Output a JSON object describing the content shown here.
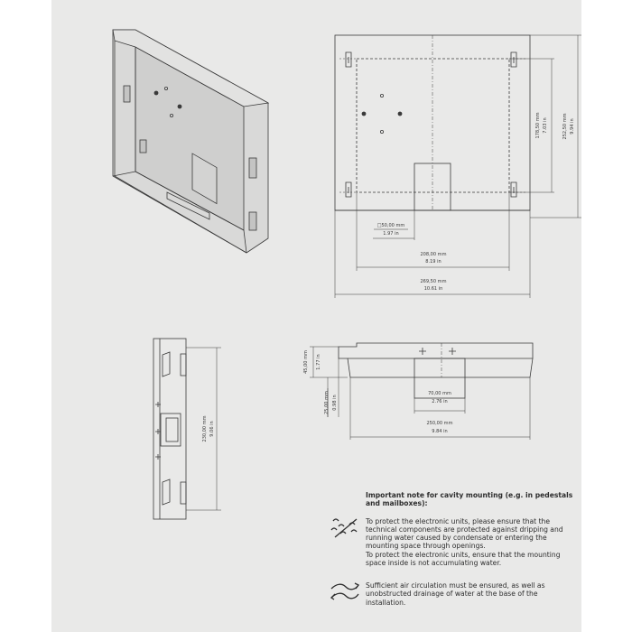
{
  "dimensions": {
    "square_side": "□50,00 mm",
    "square_side_in": "1.97 in",
    "hole_spacing": "208,00 mm",
    "hole_spacing_in": "8.19 in",
    "outer_width": "269,50 mm",
    "outer_width_in": "10.61 in",
    "inner_height": "178,50 mm",
    "inner_height_in": "7.03 in",
    "outer_height": "252,50 mm",
    "outer_height_in": "9.94 in",
    "side_height": "230,00 mm",
    "side_height_in": "9.06 in",
    "depth_total": "45,00 mm",
    "depth_total_in": "1.77 in",
    "depth_step": "25,00 mm",
    "depth_step_in": "0.98 in",
    "bottom_opening": "70,00 mm",
    "bottom_opening_in": "2.76 in",
    "bottom_width": "250,00 mm",
    "bottom_width_in": "9.84 in"
  },
  "notes": {
    "heading": "Important note for cavity mounting (e.g. in pedestals and mailboxes):",
    "para1": "To protect the electronic units, please ensure that the technical components are protected against dripping and running water caused by condensate or entering the mounting space through openings.",
    "para2": "To protect the electronic units, ensure that the mounting space inside is not accumulating water.",
    "para3": "Sufficient air circulation must be ensured, as well as unobstructed drainage of water at the base of the installation.",
    "icon1": "water-drip-icon",
    "icon2": "air-circulation-icon"
  }
}
